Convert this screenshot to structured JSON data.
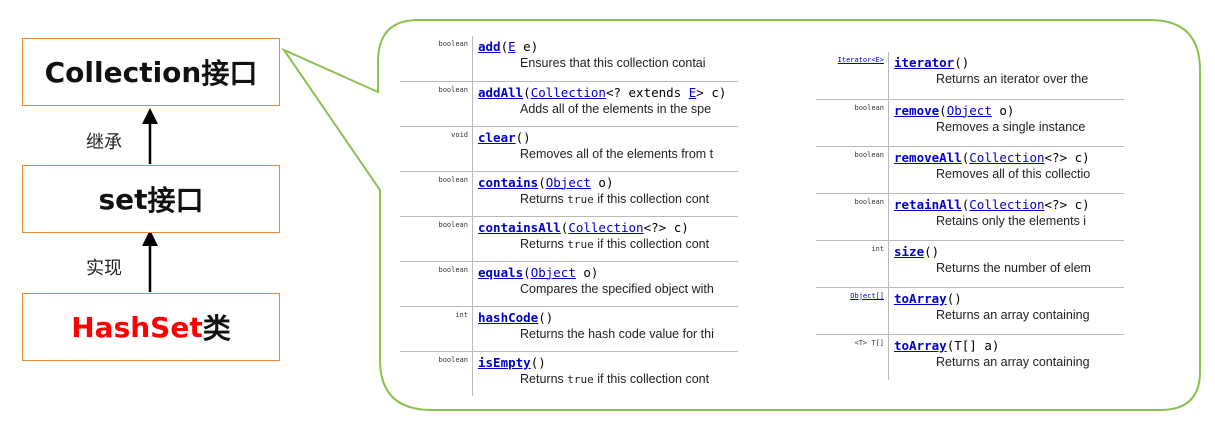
{
  "hierarchy": {
    "collection_box": {
      "name": "Collection",
      "suffix": "接口"
    },
    "set_box": {
      "name": "set",
      "suffix": "接口"
    },
    "hashset_box": {
      "name": "HashSet",
      "suffix": "类"
    },
    "inherit_label": "继承",
    "implement_label": "实现"
  },
  "colors": {
    "box_border": "#e8883a",
    "callout_border": "#8dc04f",
    "hashset_text": "#ff0000",
    "link": "#0000cc"
  },
  "methods_left": [
    {
      "rtype": "boolean",
      "name": "add",
      "params": [
        {
          "t": "(",
          "link": false
        },
        {
          "t": "E",
          "link": true
        },
        {
          "t": " e)",
          "link": false
        }
      ],
      "desc": "Ensures that this collection contai"
    },
    {
      "rtype": "boolean",
      "name": "addAll",
      "params": [
        {
          "t": "(",
          "link": false
        },
        {
          "t": "Collection",
          "link": true
        },
        {
          "t": "<? extends ",
          "link": false
        },
        {
          "t": "E",
          "link": true
        },
        {
          "t": "> c)",
          "link": false
        }
      ],
      "desc": "Adds all of the elements in the spe"
    },
    {
      "rtype": "void",
      "name": "clear",
      "params": [
        {
          "t": "()",
          "link": false
        }
      ],
      "desc": "Removes all of the elements from t"
    },
    {
      "rtype": "boolean",
      "name": "contains",
      "params": [
        {
          "t": "(",
          "link": false
        },
        {
          "t": "Object",
          "link": true
        },
        {
          "t": " o)",
          "link": false
        }
      ],
      "desc_pre": "Returns ",
      "desc_code": "true",
      "desc": " if this collection cont"
    },
    {
      "rtype": "boolean",
      "name": "containsAll",
      "params": [
        {
          "t": "(",
          "link": false
        },
        {
          "t": "Collection",
          "link": true
        },
        {
          "t": "<?> c)",
          "link": false
        }
      ],
      "desc_pre": "Returns ",
      "desc_code": "true",
      "desc": " if this collection cont"
    },
    {
      "rtype": "boolean",
      "name": "equals",
      "params": [
        {
          "t": "(",
          "link": false
        },
        {
          "t": "Object",
          "link": true
        },
        {
          "t": " o)",
          "link": false
        }
      ],
      "desc": "Compares the specified object with"
    },
    {
      "rtype": "int",
      "name": "hashCode",
      "params": [
        {
          "t": "()",
          "link": false
        }
      ],
      "desc": "Returns the hash code value for thi"
    },
    {
      "rtype": "boolean",
      "name": "isEmpty",
      "params": [
        {
          "t": "()",
          "link": false
        }
      ],
      "desc_pre": "Returns ",
      "desc_code": "true",
      "desc": " if this collection cont"
    }
  ],
  "methods_right": [
    {
      "rtype": "Iterator<E>",
      "rtype_link": true,
      "name": "iterator",
      "params": [
        {
          "t": "()",
          "link": false
        }
      ],
      "desc": "Returns an iterator over the"
    },
    {
      "rtype": "boolean",
      "name": "remove",
      "params": [
        {
          "t": "(",
          "link": false
        },
        {
          "t": "Object",
          "link": true
        },
        {
          "t": " o)",
          "link": false
        }
      ],
      "desc": "Removes a single instance"
    },
    {
      "rtype": "boolean",
      "name": "removeAll",
      "params": [
        {
          "t": "(",
          "link": false
        },
        {
          "t": "Collection",
          "link": true
        },
        {
          "t": "<?> c)",
          "link": false
        }
      ],
      "desc": "Removes all of this collectio"
    },
    {
      "rtype": "boolean",
      "name": "retainAll",
      "params": [
        {
          "t": "(",
          "link": false
        },
        {
          "t": "Collection",
          "link": true
        },
        {
          "t": "<?> c)",
          "link": false
        }
      ],
      "desc": "Retains only the elements i"
    },
    {
      "rtype": "int",
      "name": "size",
      "params": [
        {
          "t": "()",
          "link": false
        }
      ],
      "desc": "Returns the number of elem"
    },
    {
      "rtype": "Object[]",
      "rtype_link": true,
      "name": "toArray",
      "params": [
        {
          "t": "()",
          "link": false
        }
      ],
      "desc": "Returns an array containing"
    },
    {
      "rtype": "<T> T[]",
      "name": "toArray",
      "params": [
        {
          "t": "(T[] a)",
          "link": false
        }
      ],
      "desc": "Returns an array containing"
    }
  ]
}
